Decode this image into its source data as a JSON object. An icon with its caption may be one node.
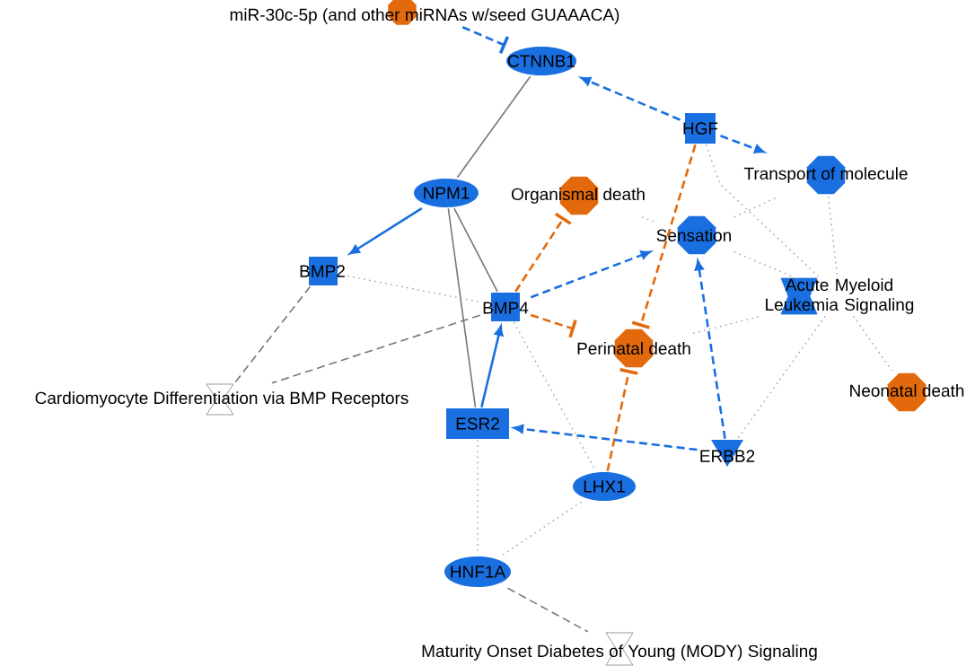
{
  "diagram": {
    "nodes": [
      {
        "text": [
          "miR-30c-5p (and other miRNAs w/seed GUAAACA)"
        ]
      },
      {
        "text": [
          "CTNNB1"
        ]
      },
      {
        "text": [
          "HGF"
        ]
      },
      {
        "text": [
          "Transport of molecule"
        ]
      },
      {
        "text": [
          "NPM1"
        ]
      },
      {
        "text": [
          "Organismal death"
        ]
      },
      {
        "text": [
          "Sensation"
        ]
      },
      {
        "text": [
          "BMP2"
        ]
      },
      {
        "text": [
          "Acute Myeloid Leukemia Signaling"
        ]
      },
      {
        "text": [
          "BMP4"
        ]
      },
      {
        "text": [
          "Perinatal death"
        ]
      },
      {
        "text": [
          "Cardiomyocyte Differentiation via BMP Receptors"
        ]
      },
      {
        "text": [
          "Neonatal death"
        ]
      },
      {
        "text": [
          "ESR2"
        ]
      },
      {
        "text": [
          "ERBB2"
        ]
      },
      {
        "text": [
          "LHX1"
        ]
      },
      {
        "text": [
          "HNF1A"
        ]
      },
      {
        "text": [
          "Maturity Onset Diabetes of Young (MODY) Signaling"
        ]
      }
    ],
    "edges": [
      {
        "from": 0,
        "to": 1,
        "arrow": "other",
        "style": "dashed",
        "color": "#1a6fe0"
      },
      {
        "from": 2,
        "to": 1,
        "arrow": "to",
        "style": "dashed",
        "color": "#1a6fe0"
      },
      {
        "from": 2,
        "to": 3,
        "arrow": "to",
        "style": "dashed",
        "color": "#1a6fe0"
      },
      {
        "from": 1,
        "to": 4,
        "arrow": "none",
        "color": "#777777"
      },
      {
        "from": 4,
        "to": 7,
        "arrow": "to",
        "color": "#1a6fe0"
      },
      {
        "from": 4,
        "to": 9,
        "arrow": "none",
        "color": "#777777"
      },
      {
        "from": 4,
        "to": 13,
        "arrow": "none",
        "color": "#777777"
      },
      {
        "from": 7,
        "to": 9,
        "arrow": "none",
        "style": "dashed"
      },
      {
        "from": 7,
        "to": 11,
        "arrow": "none",
        "style": "dashed",
        "color": "#777777"
      },
      {
        "from": 9,
        "to": 11,
        "arrow": "none",
        "style": "dashed",
        "color": "#777777"
      },
      {
        "from": 9,
        "to": 5,
        "arrow": "other",
        "style": "dashed",
        "color": "#e26a0c"
      },
      {
        "from": 9,
        "to": 6,
        "arrow": "to",
        "style": "dashed",
        "color": "#1a6fe0"
      },
      {
        "from": 9,
        "to": 10,
        "arrow": "other",
        "style": "dashed",
        "color": "#e26a0c"
      },
      {
        "from": 13,
        "to": 9,
        "arrow": "to",
        "color": "#1a6fe0"
      },
      {
        "from": 9,
        "to": 15,
        "arrow": "none",
        "style": "dashed"
      },
      {
        "from": 2,
        "to": 10,
        "arrow": "other",
        "style": "dashed",
        "color": "#e26a0c"
      },
      {
        "from": 15,
        "to": 10,
        "arrow": "other",
        "style": "dashed",
        "color": "#e26a0c"
      },
      {
        "from": 2,
        "to": 8,
        "arrow": "none",
        "style": "dashed"
      },
      {
        "from": 5,
        "to": 6,
        "arrow": "none",
        "style": "dashed"
      },
      {
        "from": 6,
        "to": 3,
        "arrow": "none",
        "style": "dashed"
      },
      {
        "from": 6,
        "to": 8,
        "arrow": "none",
        "style": "dashed"
      },
      {
        "from": 3,
        "to": 8,
        "arrow": "none",
        "style": "dashed"
      },
      {
        "from": 10,
        "to": 8,
        "arrow": "none",
        "style": "dashed"
      },
      {
        "from": 8,
        "to": 12,
        "arrow": "none",
        "style": "dashed"
      },
      {
        "from": 8,
        "to": 14,
        "arrow": "none",
        "style": "dashed"
      },
      {
        "from": 14,
        "to": 6,
        "arrow": "to",
        "style": "dashed",
        "color": "#1a6fe0"
      },
      {
        "from": 14,
        "to": 13,
        "arrow": "to",
        "style": "dashed",
        "color": "#1a6fe0"
      },
      {
        "from": 13,
        "to": 16,
        "arrow": "none",
        "style": "dashed"
      },
      {
        "from": 15,
        "to": 16,
        "arrow": "none",
        "style": "dashed"
      },
      {
        "from": 16,
        "to": 17,
        "arrow": "none",
        "style": "dashed",
        "color": "#777777"
      }
    ]
  }
}
